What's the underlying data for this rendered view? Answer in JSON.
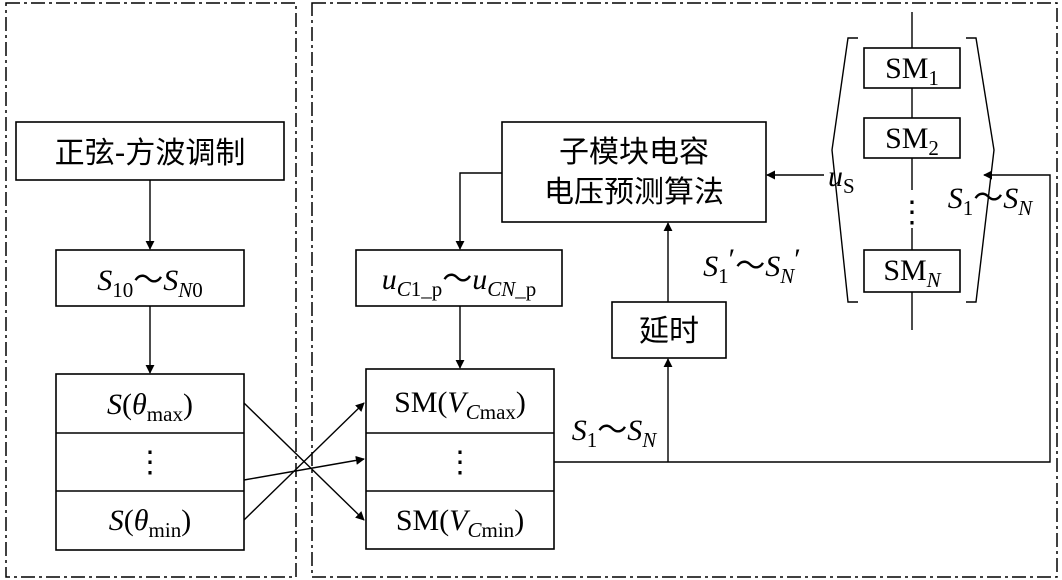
{
  "left_panel": {
    "modulation": "正弦-方波调制",
    "signals": {
      "S": "S",
      "sub1": "10",
      "tilde": "～",
      "S2": "S",
      "sub2a": "N",
      "sub2b": "0"
    },
    "sort_top": {
      "S": "S",
      "open": "(",
      "theta": "θ",
      "sub": "max",
      "close": ")"
    },
    "sort_dots": "⋮",
    "sort_bottom": {
      "S": "S",
      "open": "(",
      "theta": "θ",
      "sub": "min",
      "close": ")"
    }
  },
  "right_panel": {
    "predict_line1": "子模块电容",
    "predict_line2": "电压预测算法",
    "predicted": {
      "u1": "u",
      "sub1a": "C",
      "sub1b": "1_p",
      "tilde": "～",
      "u2": "u",
      "sub2a": "CN",
      "sub2b": "_p"
    },
    "sm_top": {
      "pre": "SM(",
      "V": "V",
      "sub_a": "C",
      "sub_b": "max",
      "close": ")"
    },
    "sm_dots": "⋮",
    "sm_bottom": {
      "pre": "SM(",
      "V": "V",
      "sub_a": "C",
      "sub_b": "min",
      "close": ")"
    },
    "delay": "延时",
    "s_out": {
      "S1": "S",
      "sub1": "1",
      "tilde": "～",
      "S2": "S",
      "sub2": "N"
    },
    "s_delayed": {
      "S1": "S",
      "sub1": "1",
      "prime1": "′",
      "tilde": "～",
      "S2": "S",
      "sub2": "N",
      "prime2": "′"
    },
    "us": {
      "u": "u",
      "sub": "S"
    },
    "s_feedback": {
      "S1": "S",
      "sub1": "1",
      "tilde": "～",
      "S2": "S",
      "sub2": "N"
    },
    "sm_chain": [
      {
        "label": "SM",
        "sub": "1"
      },
      {
        "label": "SM",
        "sub": "2"
      },
      {
        "label": "⋮",
        "sub": ""
      },
      {
        "label": "SM",
        "sub": "N"
      }
    ]
  }
}
